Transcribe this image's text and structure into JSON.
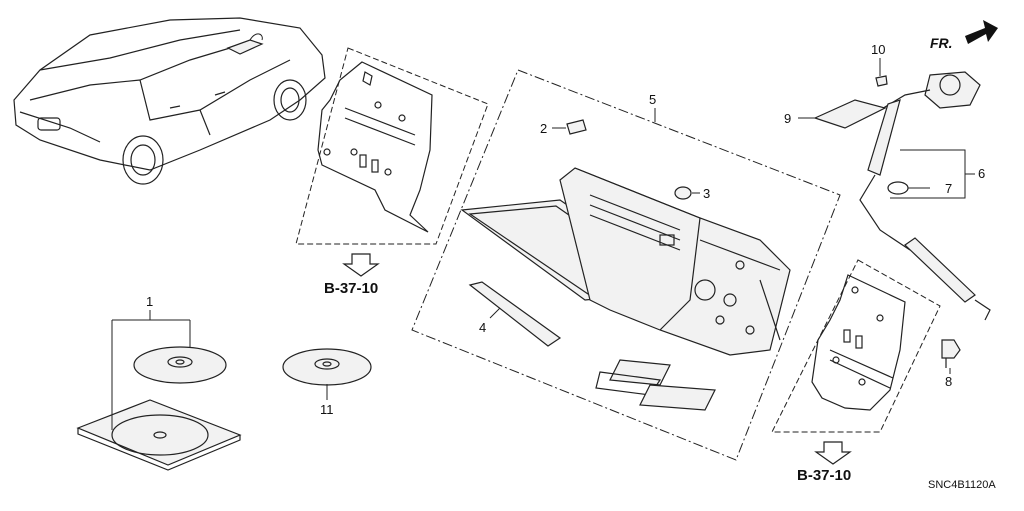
{
  "labels": {
    "n1": "1",
    "n2": "2",
    "n3": "3",
    "n4": "4",
    "n5": "5",
    "n6": "6",
    "n7": "7",
    "n8": "8",
    "n9": "9",
    "n10": "10",
    "n11": "11"
  },
  "references": {
    "left": "B-37-10",
    "right": "B-37-10"
  },
  "direction": "FR.",
  "diagram_code": "SNC4B1120A"
}
